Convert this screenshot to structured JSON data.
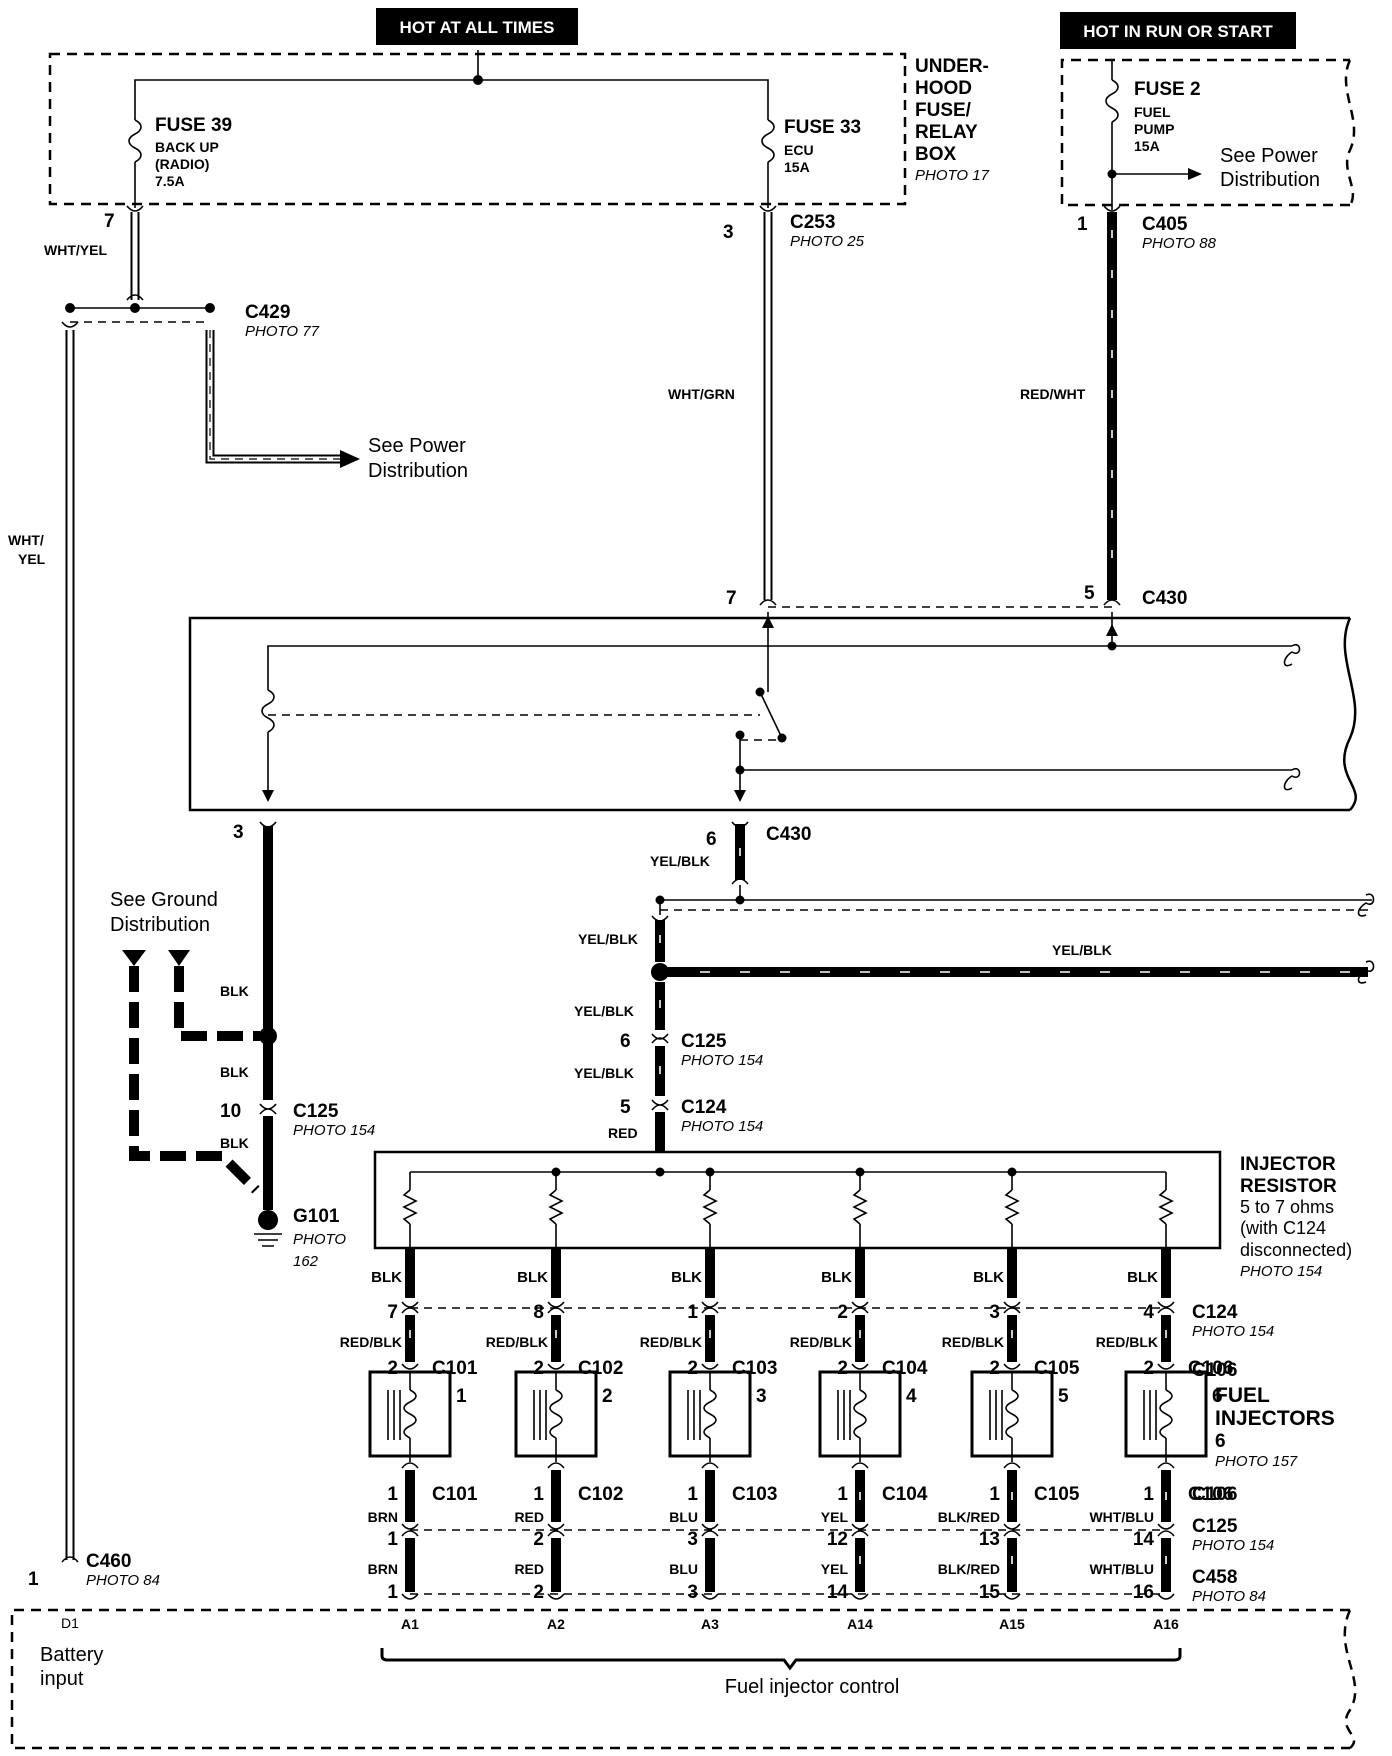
{
  "headers": {
    "hot_at_all_times": "HOT AT ALL TIMES",
    "hot_in_run": "HOT IN RUN OR START"
  },
  "underhood": {
    "title": [
      "UNDER-",
      "HOOD",
      "FUSE/",
      "RELAY",
      "BOX"
    ],
    "photo": "PHOTO 17",
    "fuse39": {
      "name": "FUSE 39",
      "lines": [
        "BACK UP",
        "(RADIO)",
        "7.5A"
      ]
    },
    "fuse33": {
      "name": "FUSE 33",
      "lines": [
        "ECU",
        "15A"
      ]
    }
  },
  "fuse2": {
    "name": "FUSE 2",
    "lines": [
      "FUEL",
      "PUMP",
      "15A"
    ],
    "see": [
      "See Power",
      "Distribution"
    ]
  },
  "connectors": {
    "c253": {
      "name": "C253",
      "photo": "PHOTO 25",
      "pin": "3"
    },
    "c405": {
      "name": "C405",
      "photo": "PHOTO 88",
      "pin": "1"
    },
    "c429": {
      "name": "C429",
      "photo": "PHOTO 77"
    },
    "c430_top": {
      "name": "C430",
      "pin_left": "7",
      "pin_right": "5"
    },
    "c430_bottom": {
      "name": "C430",
      "pin": "6"
    },
    "c125_left": {
      "name": "C125",
      "photo": "PHOTO 154",
      "pin": "10"
    },
    "c125_mid": {
      "name": "C125",
      "photo": "PHOTO 154",
      "pin": "6"
    },
    "c124_mid": {
      "name": "C124",
      "photo": "PHOTO 154",
      "pin": "5"
    },
    "g101": {
      "name": "G101",
      "photo": [
        "PHOTO",
        "162"
      ]
    },
    "c460": {
      "name": "C460",
      "photo": "PHOTO 84",
      "pin": "1"
    },
    "c124_row": {
      "name": "C124",
      "photo": "PHOTO 154"
    },
    "c106_top": {
      "name": "C106"
    },
    "c106_bot": {
      "name": "C106"
    },
    "c125_row": {
      "name": "C125",
      "photo": "PHOTO 154"
    },
    "c458_row": {
      "name": "C458",
      "photo": "PHOTO 84"
    }
  },
  "wires": {
    "wht_yel": "WHT/YEL",
    "wht_yel_split": [
      "WHT/",
      "YEL"
    ],
    "wht_grn": "WHT/GRN",
    "red_wht": "RED/WHT",
    "yel_blk": "YEL/BLK",
    "blk": "BLK",
    "red": "RED",
    "red_blk": "RED/BLK"
  },
  "labels": {
    "see_power": [
      "See Power",
      "Distribution"
    ],
    "see_ground": [
      "See Ground",
      "Distribution"
    ],
    "pin_7_top": "7",
    "pin_3_left": "3",
    "injector_resistor": [
      "INJECTOR",
      "RESISTOR",
      "5 to 7 ohms",
      "(with C124",
      "disconnected)",
      "PHOTO 154"
    ],
    "fuel_injectors": [
      "FUEL",
      "INJECTORS",
      "6",
      "PHOTO 157"
    ],
    "battery_input": [
      "Battery",
      "input"
    ],
    "fuel_injector_control": "Fuel injector control",
    "d1": "D1"
  },
  "injectors": [
    {
      "c124_pin": "7",
      "num": "1",
      "conn": "C101",
      "wire": "BRN",
      "c125_pin": "1",
      "c458_pin": "1",
      "ecm": "A1"
    },
    {
      "c124_pin": "8",
      "num": "2",
      "conn": "C102",
      "wire": "RED",
      "c125_pin": "2",
      "c458_pin": "2",
      "ecm": "A2"
    },
    {
      "c124_pin": "1",
      "num": "3",
      "conn": "C103",
      "wire": "BLU",
      "c125_pin": "3",
      "c458_pin": "3",
      "ecm": "A3"
    },
    {
      "c124_pin": "2",
      "num": "4",
      "conn": "C104",
      "wire": "YEL",
      "c125_pin": "12",
      "c458_pin": "14",
      "ecm": "A14"
    },
    {
      "c124_pin": "3",
      "num": "5",
      "conn": "C105",
      "wire": "BLK/RED",
      "c125_pin": "13",
      "c458_pin": "15",
      "ecm": "A15"
    },
    {
      "c124_pin": "4",
      "num": "6",
      "conn": "C106",
      "wire": "WHT/BLU",
      "c125_pin": "14",
      "c458_pin": "16",
      "ecm": "A16"
    }
  ],
  "pin_labels": {
    "pin2": "2",
    "pin1": "1"
  }
}
